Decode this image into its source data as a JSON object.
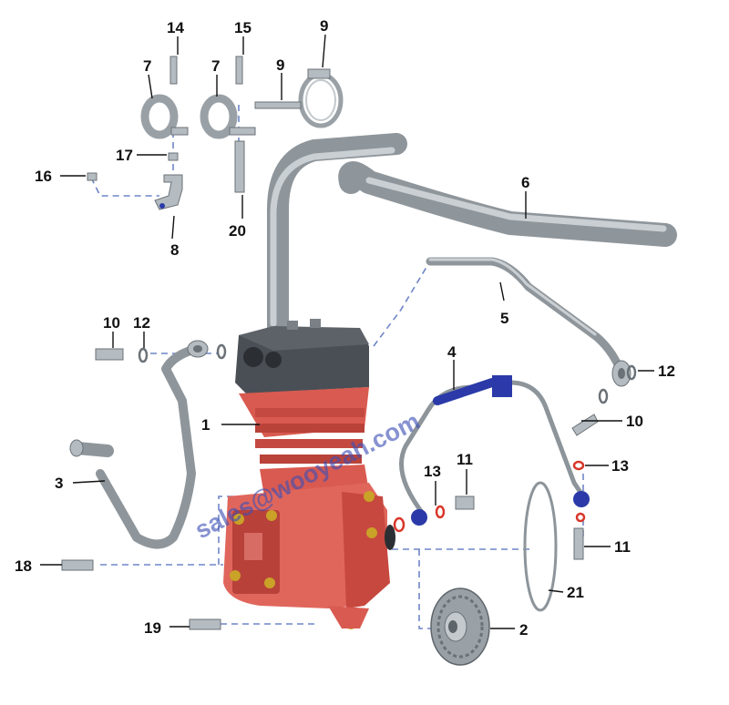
{
  "watermark": "sales@wooyeah.com",
  "callouts": [
    {
      "id": "c1",
      "text": "1"
    },
    {
      "id": "c2",
      "text": "2"
    },
    {
      "id": "c3",
      "text": "3"
    },
    {
      "id": "c4",
      "text": "4"
    },
    {
      "id": "c5",
      "text": "5"
    },
    {
      "id": "c6",
      "text": "6"
    },
    {
      "id": "c7a",
      "text": "7"
    },
    {
      "id": "c7b",
      "text": "7"
    },
    {
      "id": "c8",
      "text": "8"
    },
    {
      "id": "c9a",
      "text": "9"
    },
    {
      "id": "c9b",
      "text": "9"
    },
    {
      "id": "c10a",
      "text": "10"
    },
    {
      "id": "c10b",
      "text": "10"
    },
    {
      "id": "c11a",
      "text": "11"
    },
    {
      "id": "c11b",
      "text": "11"
    },
    {
      "id": "c12a",
      "text": "12"
    },
    {
      "id": "c12b",
      "text": "12"
    },
    {
      "id": "c13a",
      "text": "13"
    },
    {
      "id": "c13b",
      "text": "13"
    },
    {
      "id": "c14",
      "text": "14"
    },
    {
      "id": "c15",
      "text": "15"
    },
    {
      "id": "c16",
      "text": "16"
    },
    {
      "id": "c17",
      "text": "17"
    },
    {
      "id": "c18",
      "text": "18"
    },
    {
      "id": "c19",
      "text": "19"
    },
    {
      "id": "c20",
      "text": "20"
    },
    {
      "id": "c21",
      "text": "21"
    }
  ],
  "colors": {
    "compressor_body": "#d95a50",
    "cylinder_head": "#4a4f55",
    "pipe": "#8f969b",
    "hose_blue": "#2b3aa8",
    "bolt_gold": "#c9a227",
    "dash_line": "#6f86c8"
  }
}
